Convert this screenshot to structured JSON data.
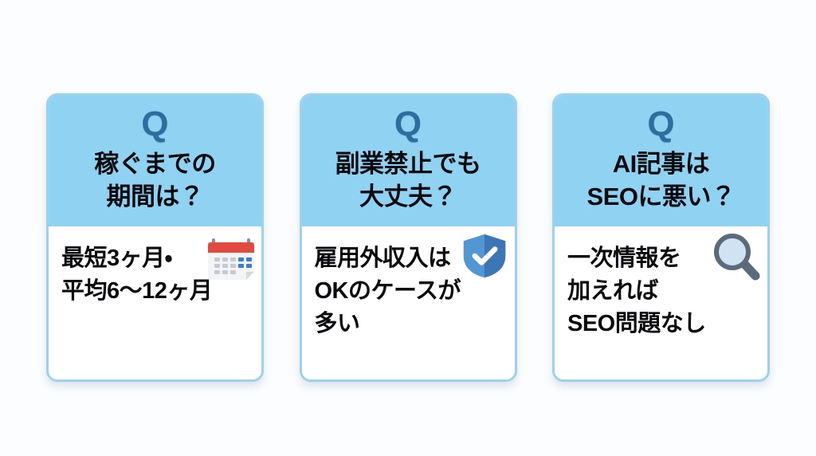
{
  "page": {
    "background_color": "#fbfdfe",
    "accent_blue": "#8fd2f2",
    "border_blue": "#9bd3ef",
    "q_letter_color": "#2e6e9e",
    "text_color": "#0b0b0f"
  },
  "cards": [
    {
      "badge": "Q",
      "title": "稼ぐまでの\n期間は？",
      "answer": "最短3ヶ月・\n平均6〜12ヶ月",
      "emoji": "calendar-icon"
    },
    {
      "badge": "Q",
      "title": "副業禁止でも\n大丈夫？",
      "answer": "雇用外収入は\nOKのケースが\n多い",
      "emoji": "shield-check-icon"
    },
    {
      "badge": "Q",
      "title": "AI記事は\nSEOに悪い？",
      "answer": "一次情報を\n加えれば\nSEO問題なし",
      "emoji": "magnifying-glass-icon"
    }
  ]
}
